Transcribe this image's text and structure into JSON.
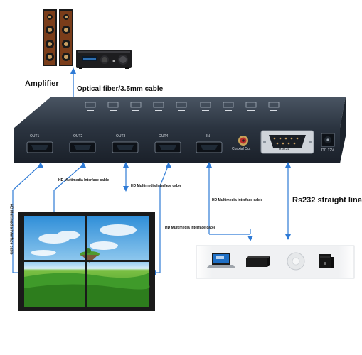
{
  "labels": {
    "amplifier": "Amplifier",
    "optical": "Optical fiber/3.5mm cable",
    "rs232_line": "Rs232 straight line",
    "hdmi_cable": "HD Multimedia Interface cable"
  },
  "ports": {
    "out1": "OUT1",
    "out2": "OUT2",
    "out3": "OUT3",
    "out4": "OUT4",
    "in": "IN",
    "coaxial": "Coaxial Out",
    "rs232": "RS232",
    "dc": "DC 12V"
  },
  "colors": {
    "device_body": "#2b3440",
    "arrow": "#2f7bd6",
    "speaker": "#7a3d1a"
  }
}
